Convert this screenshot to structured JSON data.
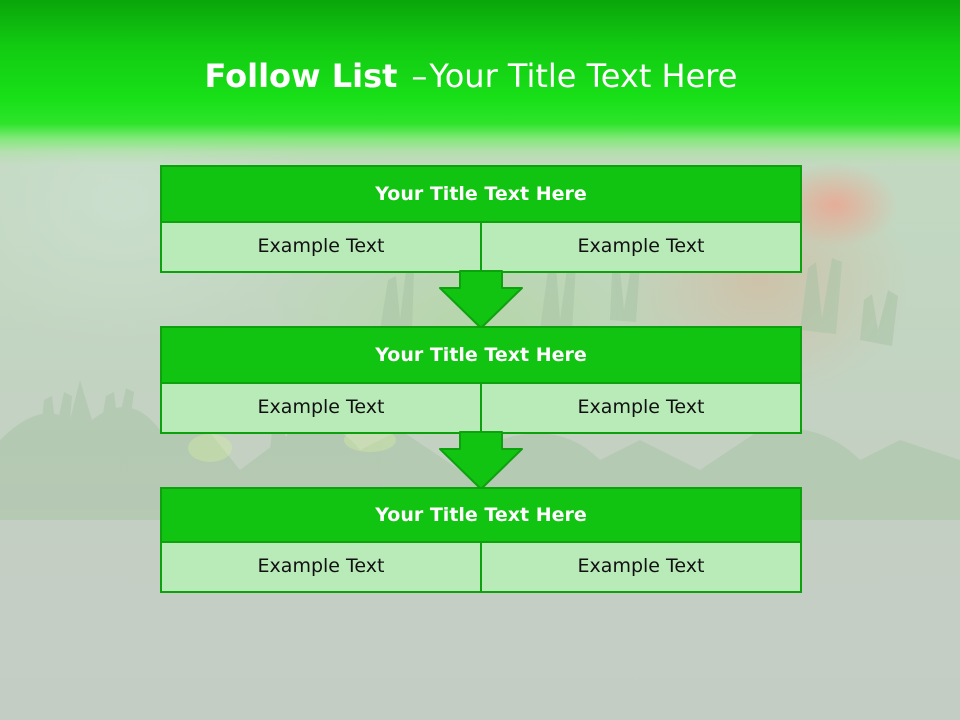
{
  "slide": {
    "title_bold": "Follow List",
    "title_dash": "–",
    "title_rest": "Your Title Text Here"
  },
  "steps": [
    {
      "title": "Your Title Text Here",
      "left": "Example Text",
      "right": "Example Text"
    },
    {
      "title": "Your Title Text Here",
      "left": "Example Text",
      "right": "Example Text"
    },
    {
      "title": "Your Title Text Here",
      "left": "Example Text",
      "right": "Example Text"
    }
  ],
  "arrows": [
    {
      "icon": "down-arrow-icon"
    },
    {
      "icon": "down-arrow-icon"
    }
  ],
  "colors": {
    "header_green": "#12cb12",
    "box_green": "#11c411",
    "box_border": "#0ea10e",
    "cell_fill": "#b9ebb9"
  }
}
